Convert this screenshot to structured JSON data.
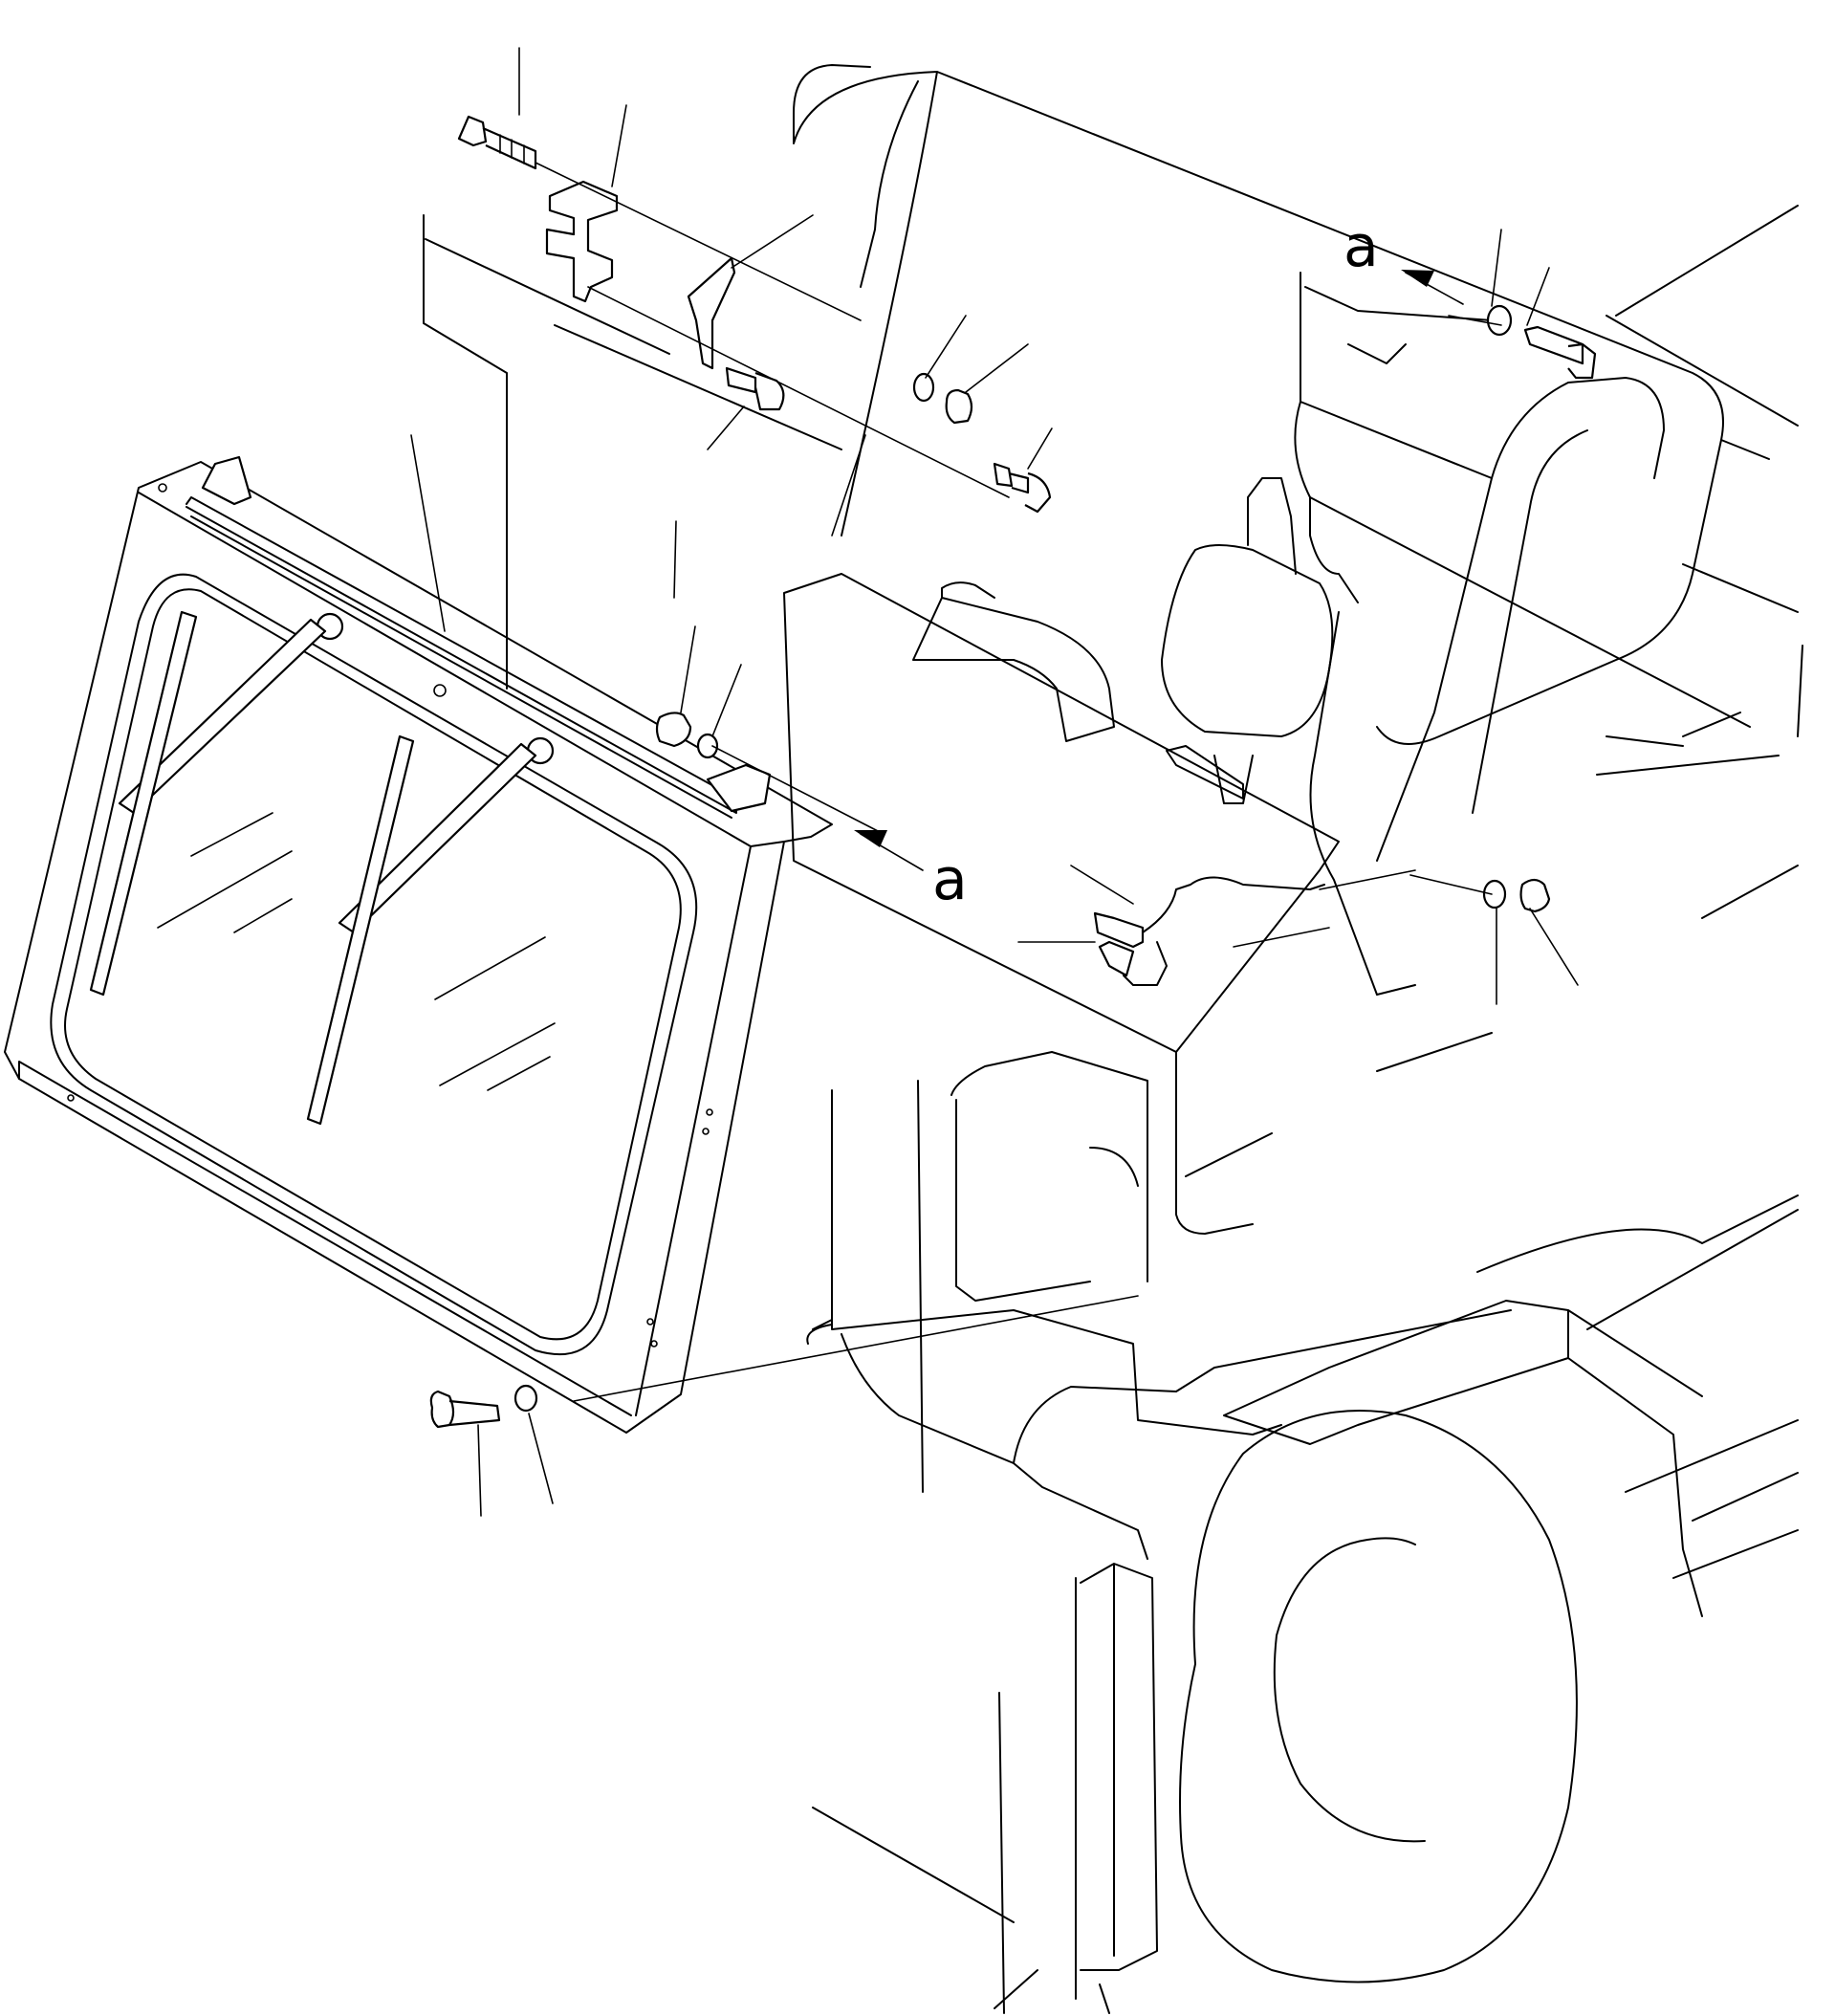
{
  "diagram": {
    "view_labels": [
      {
        "id": "a-upper",
        "text": "a"
      },
      {
        "id": "a-lower",
        "text": "a"
      }
    ]
  }
}
